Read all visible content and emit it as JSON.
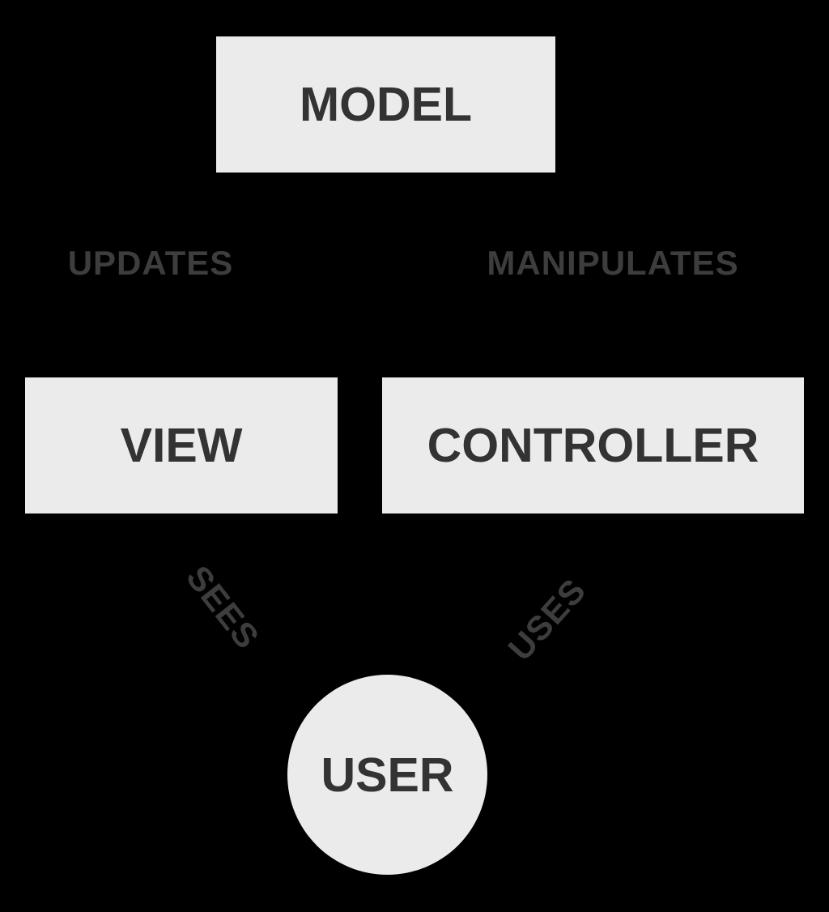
{
  "colors": {
    "background": "#000000",
    "node_fill": "#ebebeb",
    "node_text": "#333333",
    "edge_text": "#3d3d3d"
  },
  "nodes": {
    "model": {
      "label": "MODEL"
    },
    "view": {
      "label": "VIEW"
    },
    "controller": {
      "label": "CONTROLLER"
    },
    "user": {
      "label": "USER"
    }
  },
  "edges": {
    "updates": {
      "label": "UPDATES"
    },
    "manipulates": {
      "label": "MANIPULATES"
    },
    "sees": {
      "label": "SEES"
    },
    "uses": {
      "label": "USES"
    }
  }
}
